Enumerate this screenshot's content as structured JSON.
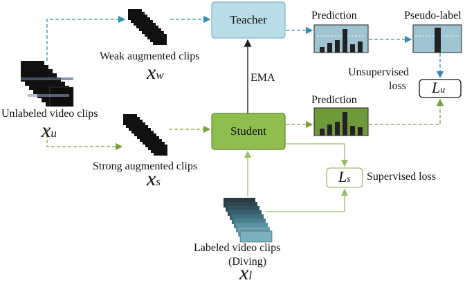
{
  "nodes": {
    "teacher": "Teacher",
    "student": "Student"
  },
  "labels": {
    "weak_augmented": "Weak augmented clips",
    "strong_augmented": "Strong augmented clips",
    "unlabeled": "Unlabeled video clips",
    "labeled": "Labeled video clips",
    "diving": "(Diving)",
    "ema": "EMA",
    "prediction_top": "Prediction",
    "prediction_bottom": "Prediction",
    "pseudo_label": "Pseudo-label",
    "unsupervised_1": "Unsupervised",
    "unsupervised_2": "loss",
    "supervised": "Supervised loss"
  },
  "symbols": {
    "x": "x",
    "L": "L",
    "w_sub": "w",
    "u_sub": "u",
    "s_sub": "s",
    "l_sub": "l"
  },
  "colors": {
    "teacher_fill": "#b9dde8",
    "student_fill": "#8fbe4e",
    "teal_flow": "#2f8fb0",
    "green_flow": "#7aa03a",
    "light_green_flow": "#9bbd6a"
  }
}
